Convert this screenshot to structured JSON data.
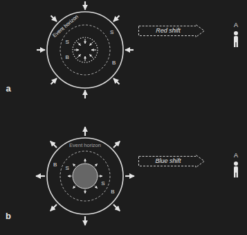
{
  "diagram": {
    "nodes": [
      {
        "text": [
          "Red shift"
        ]
      },
      {
        "text": [
          "Blue shift"
        ]
      }
    ],
    "labels": [
      "Event horizon",
      "S",
      "S",
      "B",
      "B",
      "a",
      "A",
      "Event horizon",
      "B",
      "S",
      "S",
      "B",
      "b",
      "A"
    ]
  }
}
